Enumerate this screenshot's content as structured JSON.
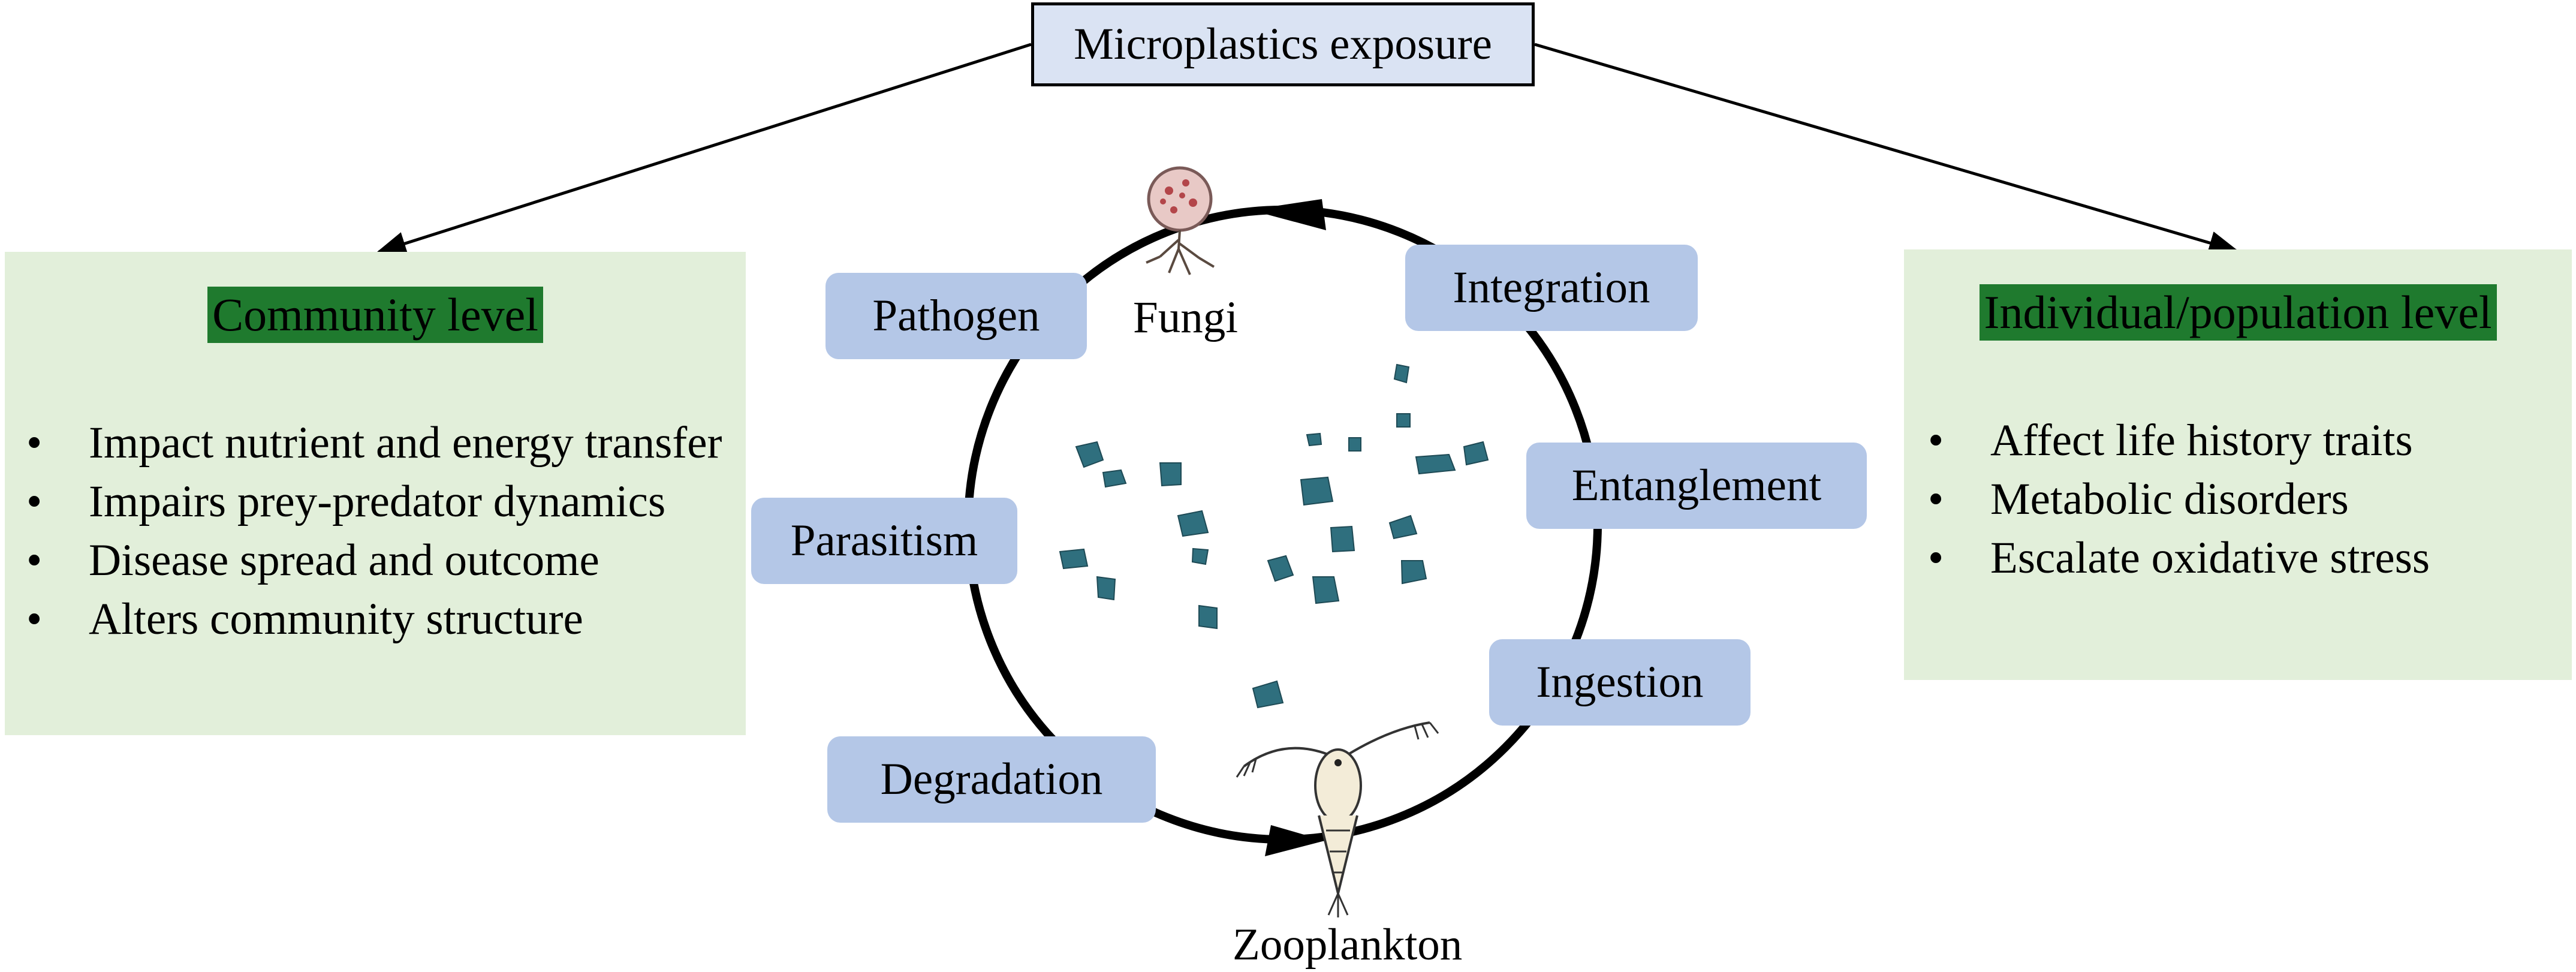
{
  "top": {
    "label": "Microplastics exposure"
  },
  "community": {
    "heading": "Community level",
    "items": [
      "Impact nutrient and energy transfer",
      "Impairs prey-predator dynamics",
      "Disease spread and outcome",
      "Alters community structure"
    ]
  },
  "individual": {
    "heading": "Individual/population level",
    "items": [
      "Affect life history traits",
      "Metabolic disorders",
      "Escalate oxidative stress"
    ]
  },
  "cycle": {
    "processes": [
      "Pathogen",
      "Integration",
      "Entanglement",
      "Parasitism",
      "Ingestion",
      "Degradation"
    ],
    "organisms": [
      "Fungi",
      "Zooplankton"
    ]
  },
  "colors": {
    "process_box": "#b4c7e7",
    "panel_bg": "#e2efda",
    "heading_highlight": "#1f7a2e",
    "top_box": "#dae3f3",
    "particle": "#2f6f7e"
  }
}
